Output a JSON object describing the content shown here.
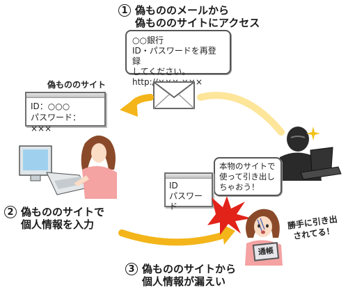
{
  "step1": {
    "number": "1",
    "title_line1": "偽もののメールから",
    "title_line2": "偽もののサイトにアクセス"
  },
  "email_bubble": {
    "line1": "○○銀行",
    "line2": "ID・パスワードを再登録",
    "line3": "してください。",
    "line4": "http://×××.×××"
  },
  "fake_site_label": "偽もののサイト",
  "fake_site_form": {
    "id_line": "ID：○○○",
    "password_line": "パスワード：×××"
  },
  "step2": {
    "number": "2",
    "title_line1": "偽もののサイトで",
    "title_line2": "個人情報を入力"
  },
  "stolen_window": {
    "id_line": "ID",
    "password_line": "パスワード"
  },
  "criminal_bubble": {
    "line1": "本物のサイトで",
    "line2": "使って引き出し",
    "line3": "ちゃおう！"
  },
  "victim_thought": {
    "line1": "勝手に引き出",
    "line2": "されてる！"
  },
  "passbook_label": "通帳",
  "step3": {
    "number": "3",
    "title_line1": "偽もののサイトから",
    "title_line2": "個人情報が漏えい"
  },
  "colors": {
    "arrow": "#f3b51a",
    "arrow_light": "#fde59a",
    "hair": "#8a4a2a",
    "shirt": "#f4a2a2",
    "alert": "#e2231a"
  },
  "icons": [
    "envelope-icon",
    "computer-icon",
    "laptop-icon",
    "sparkle-icon",
    "alert-burst-icon",
    "passbook-icon"
  ]
}
